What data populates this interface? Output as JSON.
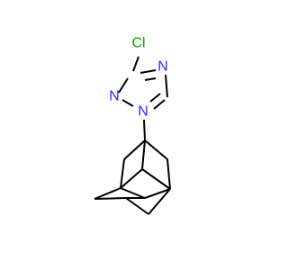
{
  "molecule": {
    "atoms": [
      {
        "symbol": "Cl",
        "color": "#00aa00"
      },
      {
        "symbol": "N",
        "color": "#1f2fff"
      },
      {
        "symbol": "N",
        "color": "#1f2fff"
      },
      {
        "symbol": "N",
        "color": "#1f2fff"
      }
    ]
  }
}
